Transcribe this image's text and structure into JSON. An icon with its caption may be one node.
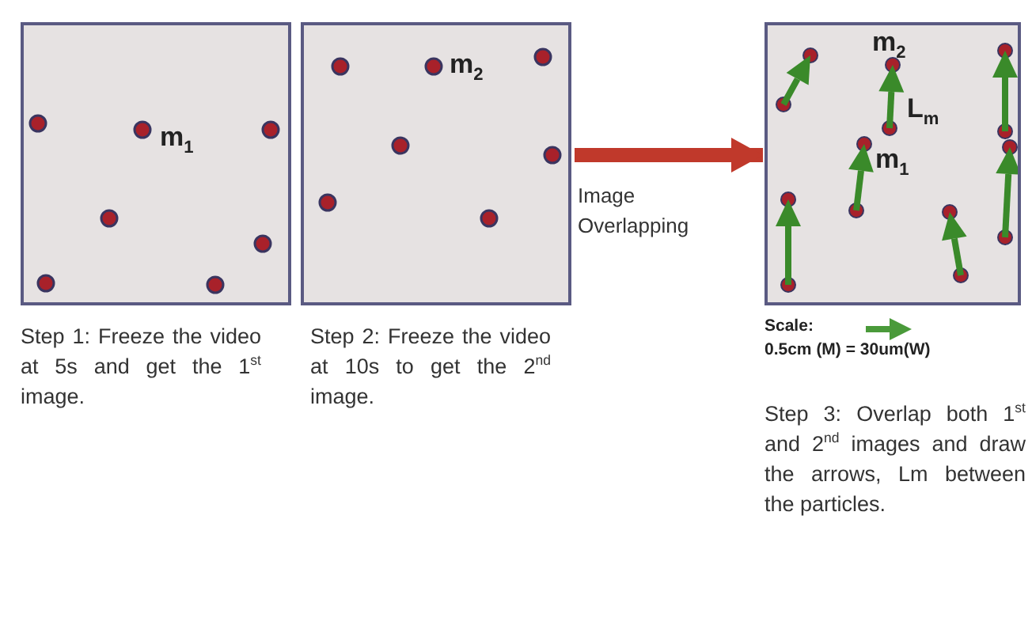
{
  "diagram": {
    "nodes": [
      {
        "text": [
          "m$_{1}$"
        ],
        "beside": [
          "Step 1: Freeze the video at 5s and get the 1$^{st}$ image."
        ]
      },
      {
        "text": [
          "m$_{2}$"
        ],
        "beside": [
          "Step 2: Freeze the video at 10s to get the 2$^{nd}$ image."
        ]
      },
      {
        "text": [
          "m$_{2}$",
          "L$_{m}$",
          "m$_{1}$"
        ],
        "beside": [
          "Scale:",
          "0.5cm (M) = 30um(W)",
          "Step 3: Overlap both 1$^{st}$ and 2$^{nd}$ images and draw the arrows, Lm between the particles."
        ]
      }
    ],
    "edges": [
      {
        "from": 1,
        "to": 2,
        "arrow": "to",
        "label": "Image Overlapping",
        "color": "#c0392b"
      }
    ]
  }
}
